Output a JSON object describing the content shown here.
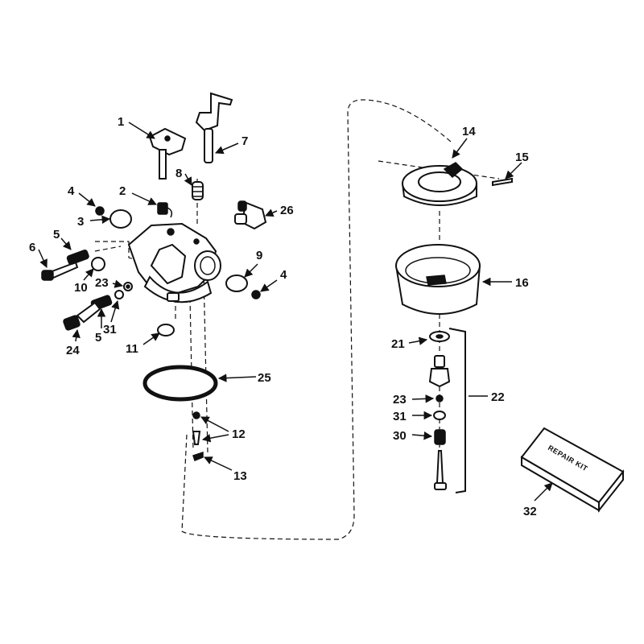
{
  "labels": {
    "n1": "1",
    "n2": "2",
    "n3": "3",
    "n4a": "4",
    "n4b": "4",
    "n5a": "5",
    "n5b": "5",
    "n6": "6",
    "n7": "7",
    "n8": "8",
    "n9": "9",
    "n10": "10",
    "n11": "11",
    "n12": "12",
    "n13": "13",
    "n14": "14",
    "n15": "15",
    "n16": "16",
    "n21": "21",
    "n22": "22",
    "n23a": "23",
    "n23b": "23",
    "n24": "24",
    "n25": "25",
    "n26": "26",
    "n30": "30",
    "n31a": "31",
    "n31b": "31",
    "n32": "32"
  },
  "repair_kit": {
    "text": "REPAIR KIT"
  }
}
